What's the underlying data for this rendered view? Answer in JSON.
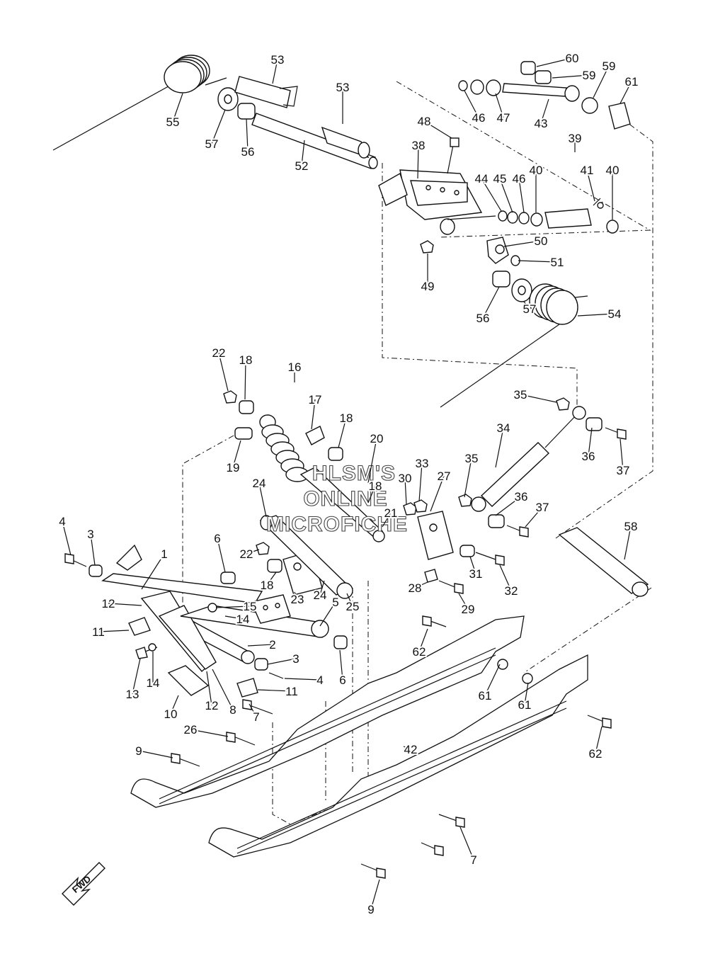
{
  "watermark": {
    "line1": "HLSM'S",
    "line2": "ONLINE",
    "line3": "MICROFICHE"
  },
  "direction_marker": "FWD",
  "part_numbers": [
    "1",
    "2",
    "3",
    "4",
    "5",
    "6",
    "7",
    "8",
    "9",
    "10",
    "11",
    "12",
    "13",
    "14",
    "15",
    "16",
    "17",
    "18",
    "19",
    "20",
    "21",
    "22",
    "23",
    "24",
    "25",
    "26",
    "27",
    "28",
    "29",
    "30",
    "31",
    "32",
    "33",
    "34",
    "35",
    "36",
    "37",
    "38",
    "39",
    "40",
    "41",
    "42",
    "43",
    "44",
    "45",
    "46",
    "47",
    "48",
    "49",
    "50",
    "51",
    "52",
    "53",
    "54",
    "55",
    "56",
    "57",
    "58",
    "59",
    "60",
    "61",
    "62"
  ]
}
